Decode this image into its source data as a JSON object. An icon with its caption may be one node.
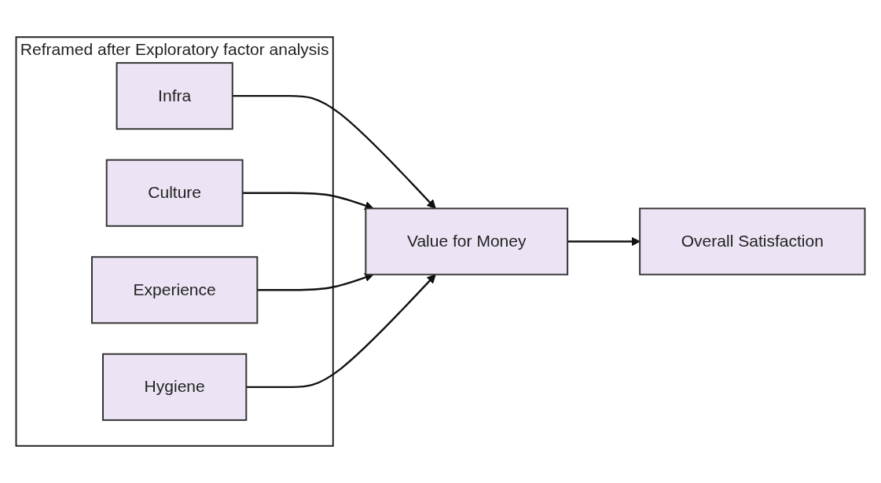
{
  "diagram": {
    "nodes": [
      {
        "text": [
          "Reframed after Exploratory factor analysis"
        ]
      },
      {
        "text": [
          "Infra"
        ],
        "in": 0
      },
      {
        "text": [
          "Culture"
        ],
        "in": 0
      },
      {
        "text": [
          "Experience"
        ],
        "in": 0
      },
      {
        "text": [
          "Hygiene"
        ],
        "in": 0
      },
      {
        "text": [
          "Value for Money"
        ]
      },
      {
        "text": [
          "Overall Satisfaction"
        ]
      }
    ],
    "edges": [
      {
        "from": 1,
        "to": 5,
        "arrow": "to"
      },
      {
        "from": 2,
        "to": 5,
        "arrow": "to"
      },
      {
        "from": 3,
        "to": 5,
        "arrow": "to"
      },
      {
        "from": 4,
        "to": 5,
        "arrow": "to"
      },
      {
        "from": 5,
        "to": 6,
        "arrow": "to"
      }
    ]
  }
}
